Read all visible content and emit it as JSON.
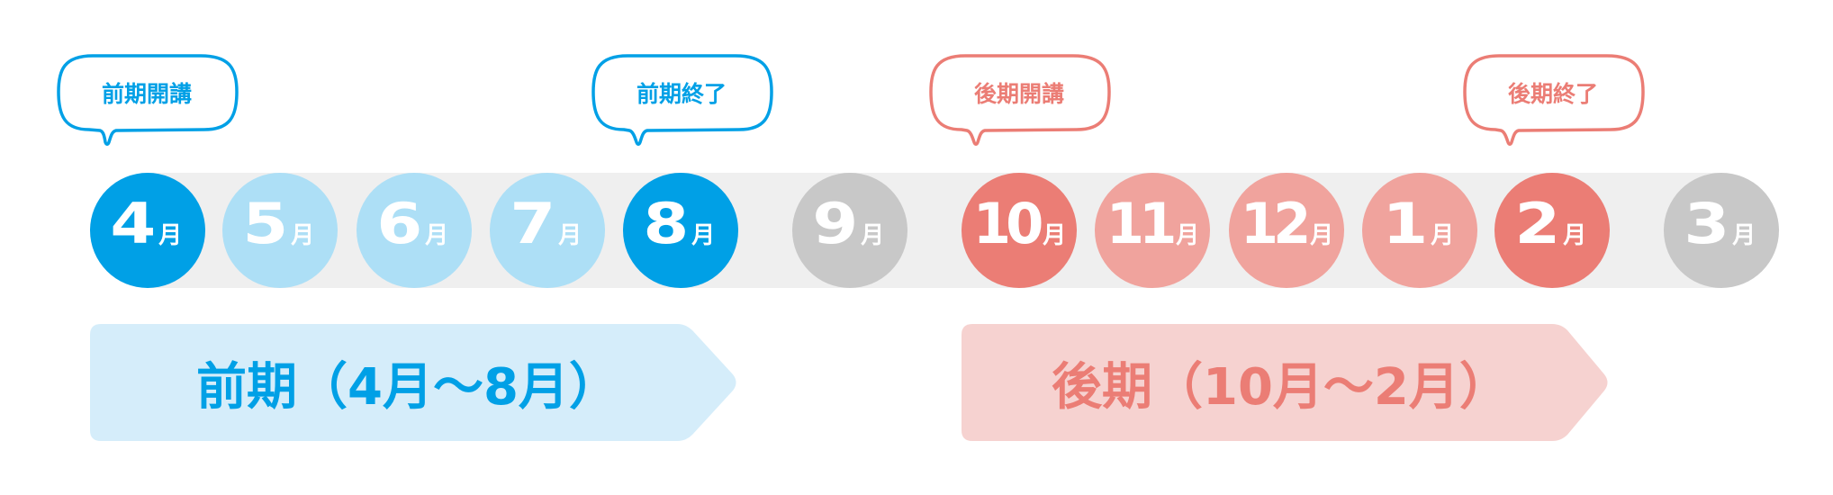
{
  "colors": {
    "first_term_main": "#00a0e6",
    "first_term_light": "#addff6",
    "first_term_arrow": "#d5edfa",
    "second_term_main": "#eb7d75",
    "second_term_light": "#f0a39d",
    "second_term_arrow": "#f6d2d0",
    "off_month": "#c8c8c8",
    "band": "#efefef"
  },
  "callouts": [
    {
      "label": "前期開講",
      "term": "first",
      "month": "4月"
    },
    {
      "label": "前期終了",
      "term": "first",
      "month": "8月"
    },
    {
      "label": "後期開講",
      "term": "second",
      "month": "10月"
    },
    {
      "label": "後期終了",
      "term": "second",
      "month": "2月"
    }
  ],
  "months": [
    {
      "num": "4",
      "unit": "月",
      "state": "first-boundary"
    },
    {
      "num": "5",
      "unit": "月",
      "state": "first-in"
    },
    {
      "num": "6",
      "unit": "月",
      "state": "first-in"
    },
    {
      "num": "7",
      "unit": "月",
      "state": "first-in"
    },
    {
      "num": "8",
      "unit": "月",
      "state": "first-boundary"
    },
    {
      "num": "9",
      "unit": "月",
      "state": "break"
    },
    {
      "num": "10",
      "unit": "月",
      "state": "second-boundary"
    },
    {
      "num": "11",
      "unit": "月",
      "state": "second-in"
    },
    {
      "num": "12",
      "unit": "月",
      "state": "second-in"
    },
    {
      "num": "1",
      "unit": "月",
      "state": "second-in"
    },
    {
      "num": "2",
      "unit": "月",
      "state": "second-boundary"
    },
    {
      "num": "3",
      "unit": "月",
      "state": "break"
    }
  ],
  "phases": [
    {
      "label": "前期（4月〜8月）",
      "term": "first"
    },
    {
      "label": "後期（10月〜2月）",
      "term": "second"
    }
  ]
}
